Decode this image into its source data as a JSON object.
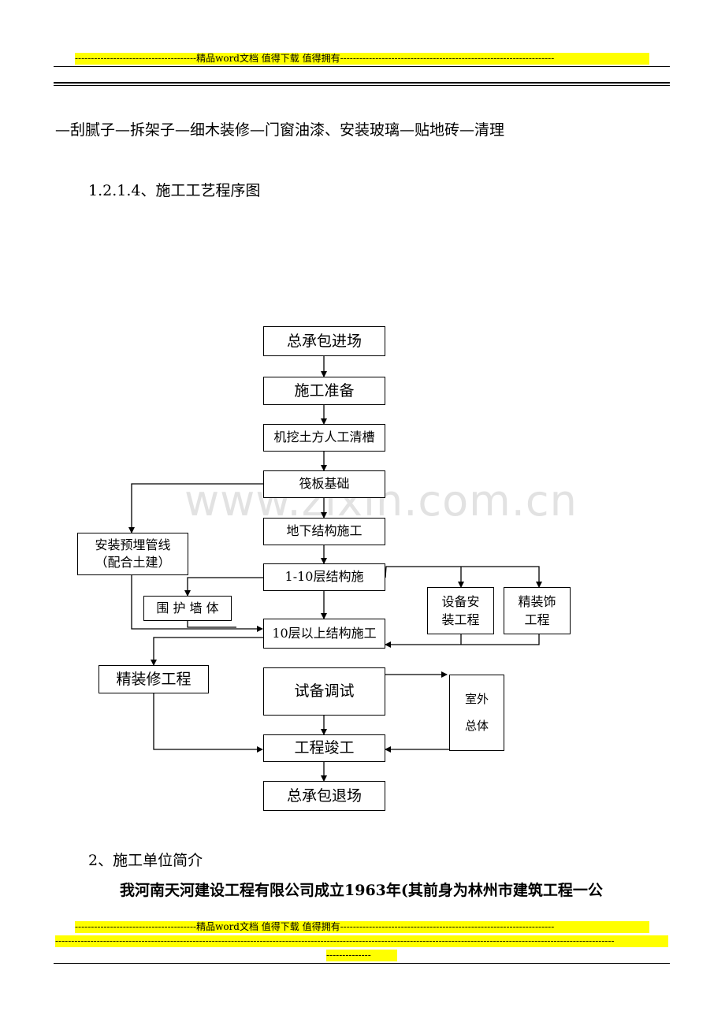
{
  "header": {
    "banner": "--------------------------------------精品word文档  值得下载  值得拥有-------------------------------------------------------------------"
  },
  "body": {
    "line1": "—刮腻子—拆架子—细木装修—门窗油漆、安装玻璃—贴地砖—清理",
    "section_heading": "1.2.1.4、施工工艺程序图",
    "section2_heading": "2、施工单位简介",
    "section2_text": "我河南天河建设工程有限公司成立1963年(其前身为林州市建筑工程一公"
  },
  "flowchart": {
    "b1": "总承包进场",
    "b2": "施工准备",
    "b3": "机挖土方人工清槽",
    "b4": "筏板基础",
    "b5": "地下结构施工",
    "b6": "1-10层结构施",
    "b7": "10层以上结构施工",
    "b8": "试备调试",
    "b9": "工程竣工",
    "b10": "总承包退场",
    "left1": "安装预埋管线\n（配合土建）",
    "left2": "围 护 墙 体",
    "left3": "精装修工程",
    "right1": "设备安\n装工程",
    "right2": "精装饰\n工程",
    "right3": "室外\n\n总体"
  },
  "watermark": "www.zixin.com.cn",
  "footer": {
    "banner1": "--------------------------------------精品word文档  值得下载  值得拥有-------------------------------------------------------------------",
    "banner2": "-------------------------------------------------------------------------------------------------------------------------------------------------------------------------------",
    "banner3": "--------------"
  }
}
